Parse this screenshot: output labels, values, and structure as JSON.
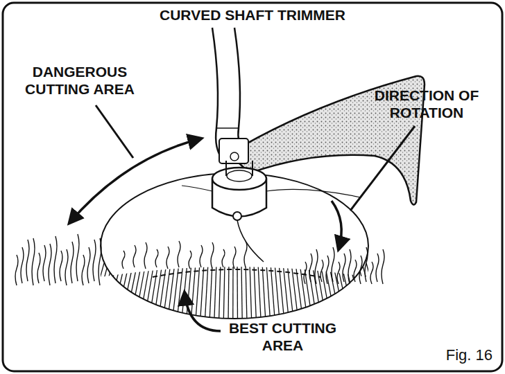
{
  "diagram": {
    "title": "CURVED SHAFT TRIMMER",
    "caption": "Fig. 16",
    "labels": [
      "DANGEROUS CUTTING AREA",
      "DIRECTION OF ROTATION",
      "BEST CUTTING AREA"
    ]
  }
}
